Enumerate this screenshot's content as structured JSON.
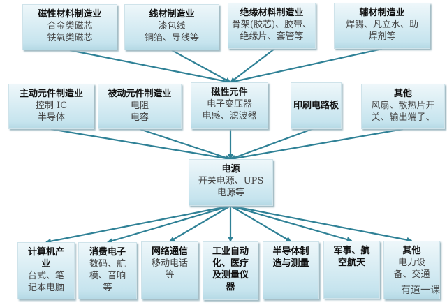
{
  "upstream": [
    {
      "title": "磁性材料制造业",
      "lines": [
        "合金类磁芯",
        "铁氧类磁芯"
      ]
    },
    {
      "title": "线材制造业",
      "lines": [
        "漆包线",
        "铜箔、导线等"
      ]
    },
    {
      "title": "绝缘材料制造业",
      "lines": [
        "骨架(胶芯)、胶带、",
        "绝缘片、套管等"
      ]
    },
    {
      "title": "辅材制造业",
      "lines": [
        "焊锡、凡立水、助",
        "焊剂等"
      ]
    }
  ],
  "components": [
    {
      "title": "主动元件制造业",
      "lines": [
        "控制 IC",
        "半导体"
      ]
    },
    {
      "title": "被动元件制造业",
      "lines": [
        "电阻",
        "电容"
      ]
    },
    {
      "title": "磁性元件",
      "lines": [
        "电子变压器",
        "电感、滤波器"
      ]
    },
    {
      "title": "印刷电路板",
      "lines": []
    },
    {
      "title": "其他",
      "lines": [
        "风扇、散热片开",
        "关、输出端子、"
      ]
    }
  ],
  "center": {
    "title": "电源",
    "lines": [
      "开关电源、UPS",
      "电源等"
    ]
  },
  "downstream": [
    {
      "title": "计算机产业",
      "lines": [
        "台式、笔",
        "记本电脑"
      ]
    },
    {
      "title": "消费电子",
      "lines": [
        "数码、航",
        "模、音响",
        "等"
      ]
    },
    {
      "title": "网络通信",
      "lines": [
        "移动电话",
        "等"
      ]
    },
    {
      "title": "工业自动化、医疗及测量仪器",
      "lines": []
    },
    {
      "title": "半导体制造与测量",
      "lines": []
    },
    {
      "title": "军事、航空航天",
      "lines": []
    },
    {
      "title": "其他",
      "lines": [
        "电力设",
        "备、交通"
      ]
    }
  ],
  "watermark": "有道一课",
  "colors": {
    "arrow": "#2f8196"
  }
}
